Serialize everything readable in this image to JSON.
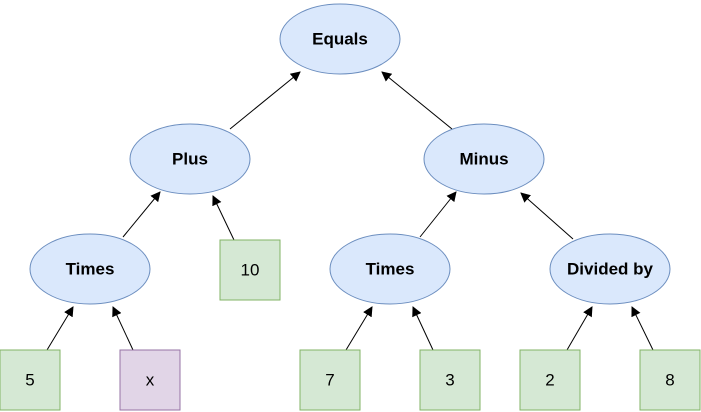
{
  "diagram": {
    "nodes": {
      "equals": "Equals",
      "plus": "Plus",
      "minus": "Minus",
      "times_left": "Times",
      "times_right": "Times",
      "divided_by": "Divided by",
      "ten": "10",
      "five": "5",
      "x": "x",
      "seven": "7",
      "three": "3",
      "two": "2",
      "eight": "8"
    },
    "edges": [
      {
        "from": "plus",
        "to": "equals"
      },
      {
        "from": "minus",
        "to": "equals"
      },
      {
        "from": "times_left",
        "to": "plus"
      },
      {
        "from": "ten",
        "to": "plus"
      },
      {
        "from": "times_right",
        "to": "minus"
      },
      {
        "from": "divided_by",
        "to": "minus"
      },
      {
        "from": "five",
        "to": "times_left"
      },
      {
        "from": "x",
        "to": "times_left"
      },
      {
        "from": "seven",
        "to": "times_right"
      },
      {
        "from": "three",
        "to": "times_right"
      },
      {
        "from": "two",
        "to": "divided_by"
      },
      {
        "from": "eight",
        "to": "divided_by"
      }
    ],
    "colors": {
      "operator_fill": "#dae8fc",
      "operator_stroke": "#6c8ebf",
      "number_fill": "#d5e8d4",
      "number_stroke": "#82b366",
      "variable_fill": "#e1d5e7",
      "variable_stroke": "#9673a6"
    }
  }
}
